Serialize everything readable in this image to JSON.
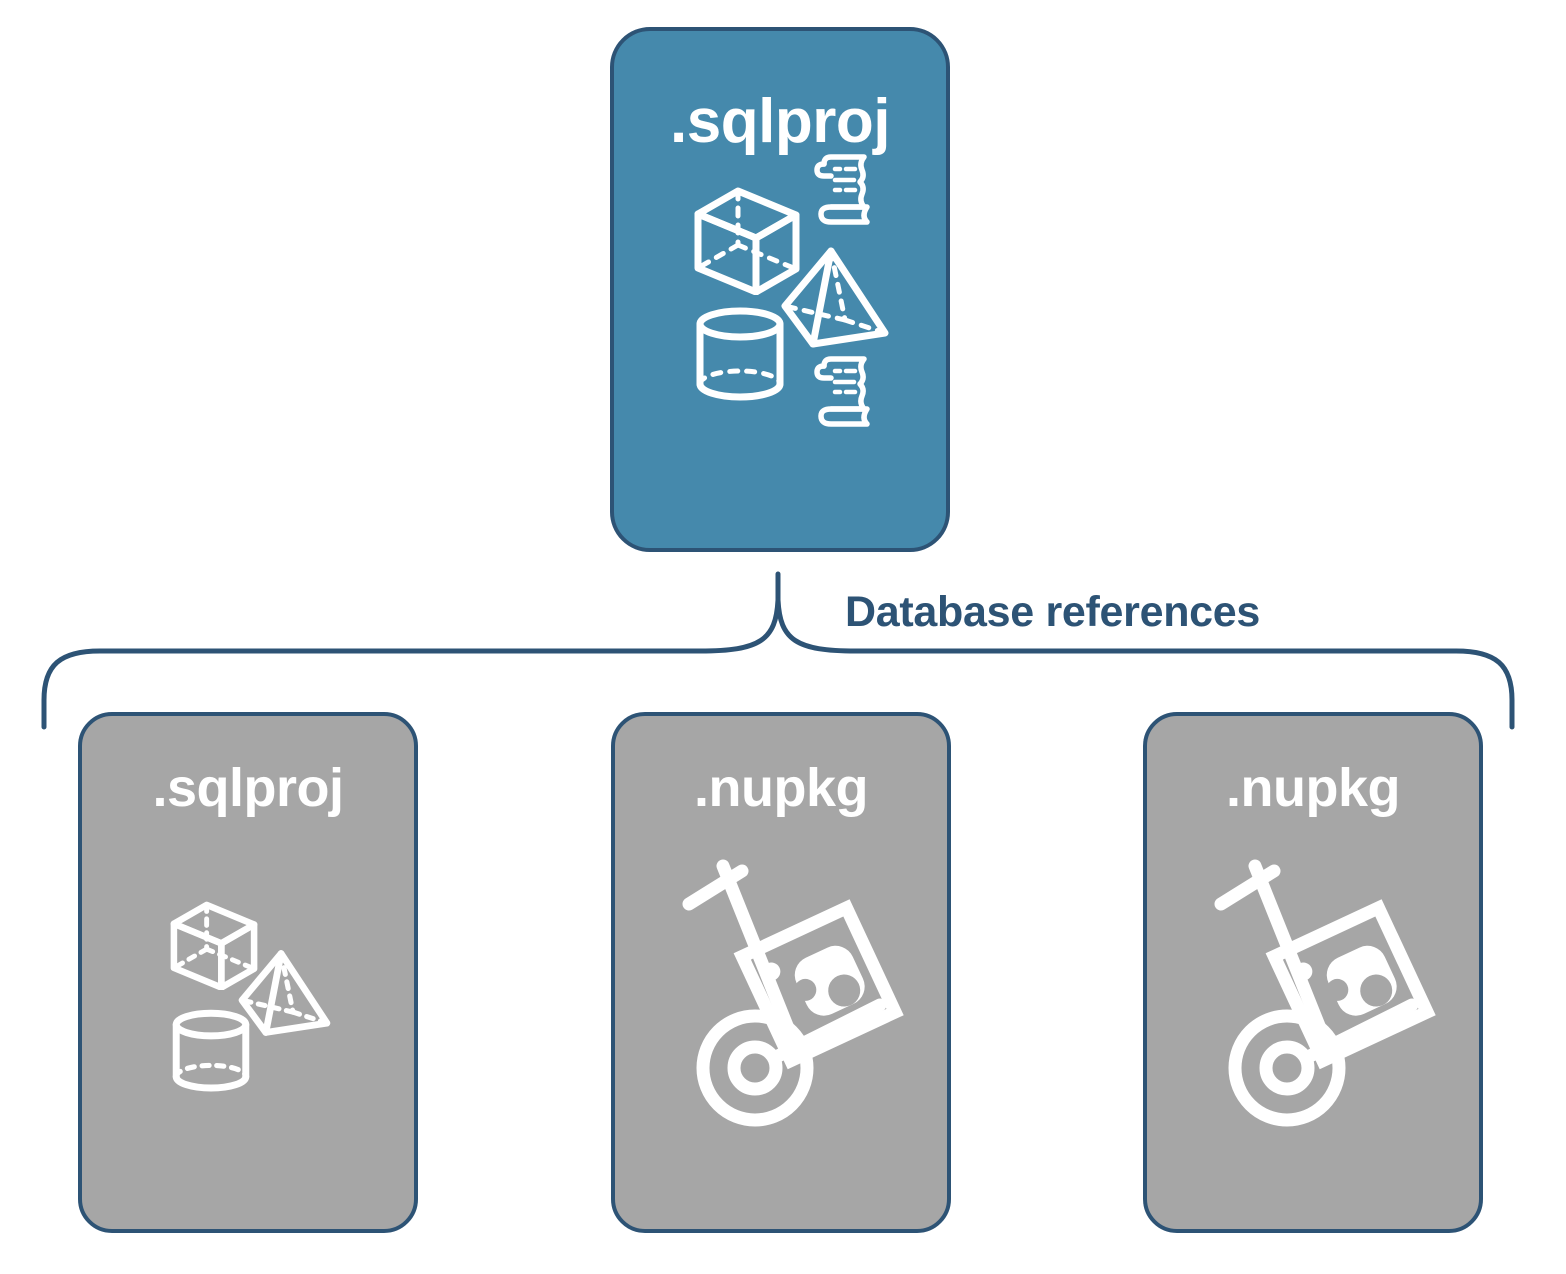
{
  "diagram": {
    "title_text": "SQL project database references diagram",
    "colors": {
      "accent_blue_fill": "#4589AC",
      "outline_dark_blue": "#2D5375",
      "reference_gray_fill": "#A6A6A6",
      "icon_white": "#FFFFFF",
      "background": "#FFFFFF"
    },
    "connector": {
      "label": "Database references",
      "style": "curly-brace"
    },
    "main_node": {
      "label": ".sqlproj",
      "fill": "#4589AC",
      "icons": [
        "cube-wireframe-icon",
        "scroll-script-icon",
        "pyramid-wireframe-icon",
        "cylinder-wireframe-icon",
        "scroll-script-icon"
      ]
    },
    "reference_nodes": [
      {
        "label": ".sqlproj",
        "fill": "#A6A6A6",
        "icons": [
          "cube-wireframe-icon",
          "pyramid-wireframe-icon",
          "cylinder-wireframe-icon"
        ]
      },
      {
        "label": ".nupkg",
        "fill": "#A6A6A6",
        "icons": [
          "hand-truck-package-icon"
        ]
      },
      {
        "label": ".nupkg",
        "fill": "#A6A6A6",
        "icons": [
          "hand-truck-package-icon"
        ]
      }
    ]
  }
}
